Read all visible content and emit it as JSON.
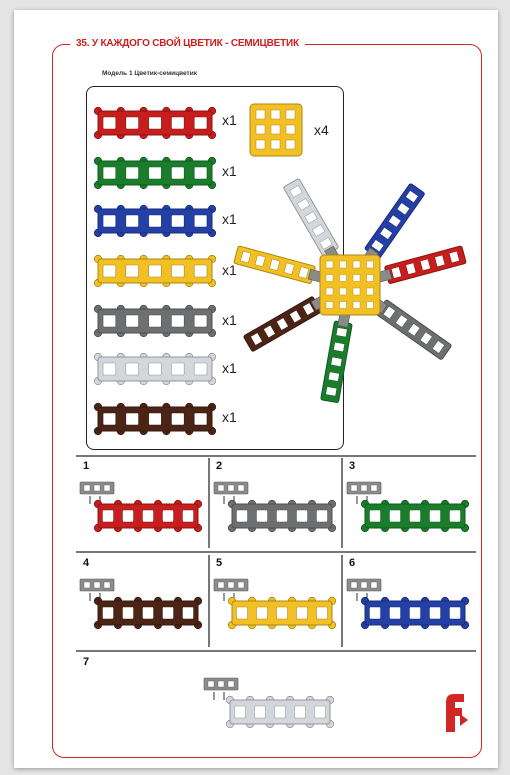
{
  "page": {
    "title": "35. У КАЖДОГО СВОЙ ЦВЕТИК - СЕМИЦВЕТИК",
    "subtitle": "Модель 1 Цветик-семицветик"
  },
  "parts": [
    {
      "color": "#c61d1d",
      "label": "x1"
    },
    {
      "color": "#1a7d2c",
      "label": "x1"
    },
    {
      "color": "#243fa6",
      "label": "x1"
    },
    {
      "color": "#f2c022",
      "label": "x1"
    },
    {
      "color": "#6d6f70",
      "label": "x1"
    },
    {
      "color": "#d3d6da",
      "label": "x1"
    },
    {
      "color": "#4b2416",
      "label": "x1"
    }
  ],
  "square_part": {
    "color": "#f2c022",
    "label": "x4"
  },
  "steps": [
    {
      "number": "1",
      "color": "#c61d1d"
    },
    {
      "number": "2",
      "color": "#6d6f70"
    },
    {
      "number": "3",
      "color": "#1a7d2c"
    },
    {
      "number": "4",
      "color": "#4b2416"
    },
    {
      "number": "5",
      "color": "#f2c022"
    },
    {
      "number": "6",
      "color": "#243fa6"
    },
    {
      "number": "7",
      "color": "#d3d6da"
    }
  ],
  "flower_petals": [
    {
      "color": "#d3d6da"
    },
    {
      "color": "#243fa6"
    },
    {
      "color": "#c61d1d"
    },
    {
      "color": "#6d6f70"
    },
    {
      "color": "#1a7d2c"
    },
    {
      "color": "#4b2416"
    },
    {
      "color": "#f2c022"
    }
  ],
  "accent": "#d02626",
  "icons": {
    "logo": "brand-logo-icon"
  }
}
